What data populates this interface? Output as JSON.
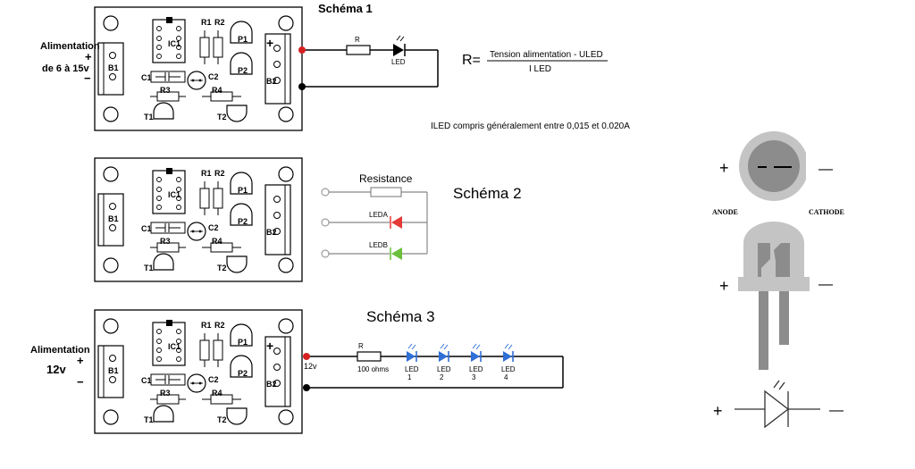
{
  "schema1": {
    "title": "Schéma 1",
    "supply_label": "Alimentation",
    "supply_range": "de 6 à 15v",
    "plus": "+",
    "minus": "−",
    "resistor_label": "R",
    "led_label": "LED",
    "formula": {
      "lhs": "R=",
      "numerator": "Tension alimentation - ULED",
      "denominator": "I LED"
    },
    "note": "ILED compris généralement entre 0,015 et 0.020A"
  },
  "schema2": {
    "title": "Schéma 2",
    "resistor_label": "Resistance",
    "led_a": "LEDA",
    "led_b": "LEDB",
    "led_a_color": "#e53935",
    "led_b_color": "#6bbf3a"
  },
  "schema3": {
    "title": "Schéma 3",
    "supply_label": "Alimentation",
    "supply_voltage": "12v",
    "plus": "+",
    "minus": "−",
    "terminal_voltage": "12v",
    "resistor_label": "R",
    "resistor_value": "100 ohms",
    "led_color": "#2f6fd6",
    "leds": [
      {
        "label": "LED",
        "num": "1"
      },
      {
        "label": "LED",
        "num": "2"
      },
      {
        "label": "LED",
        "num": "3"
      },
      {
        "label": "LED",
        "num": "4"
      }
    ]
  },
  "board": {
    "ic": "IC1",
    "r1": "R1",
    "r2": "R2",
    "r3": "R3",
    "r4": "R4",
    "p1": "P1",
    "p2": "P2",
    "b1": "B1",
    "b2": "B2",
    "c1": "C1",
    "c2": "C2",
    "t1": "T1",
    "t2": "T2",
    "plus": "+"
  },
  "led_diagram": {
    "anode": "ANODE",
    "cathode": "CATHODE",
    "plus": "+",
    "minus": "—"
  },
  "colors": {
    "terminal_red": "#d62020",
    "led_gray_dark": "#8c8c8c",
    "led_gray_light": "#c4c4c4"
  }
}
